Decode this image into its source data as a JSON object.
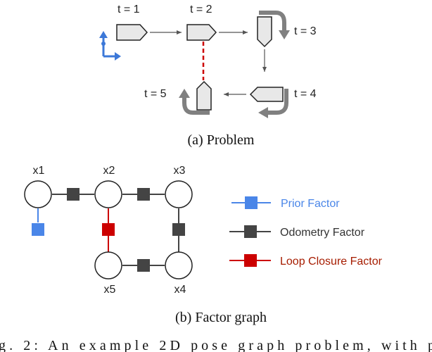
{
  "problem": {
    "times": [
      "t = 1",
      "t = 2",
      "t = 3",
      "t = 4",
      "t = 5"
    ],
    "caption": "(a) Problem"
  },
  "graph": {
    "nodes": [
      "x1",
      "x2",
      "x3",
      "x4",
      "x5"
    ],
    "caption": "(b) Factor graph"
  },
  "legend": [
    {
      "label": "Prior Factor",
      "color": "#4a86e8"
    },
    {
      "label": "Odometry Factor",
      "color": "#444444"
    },
    {
      "label": "Loop Closure Factor",
      "color": "#cc0000"
    }
  ],
  "footer": {
    "caption_text": "g. 2: An example 2D pose graph problem, with p"
  },
  "colors": {
    "pose_fill": "#e8e8e8",
    "stroke": "#222222",
    "rotation_arrow": "#808080",
    "axis": "#3c78d8",
    "prior": "#4a86e8",
    "odometry": "#444444",
    "loop": "#cc0000",
    "legend_loop_text": "#a61c00",
    "legend_prior_text": "#4a86e8"
  }
}
